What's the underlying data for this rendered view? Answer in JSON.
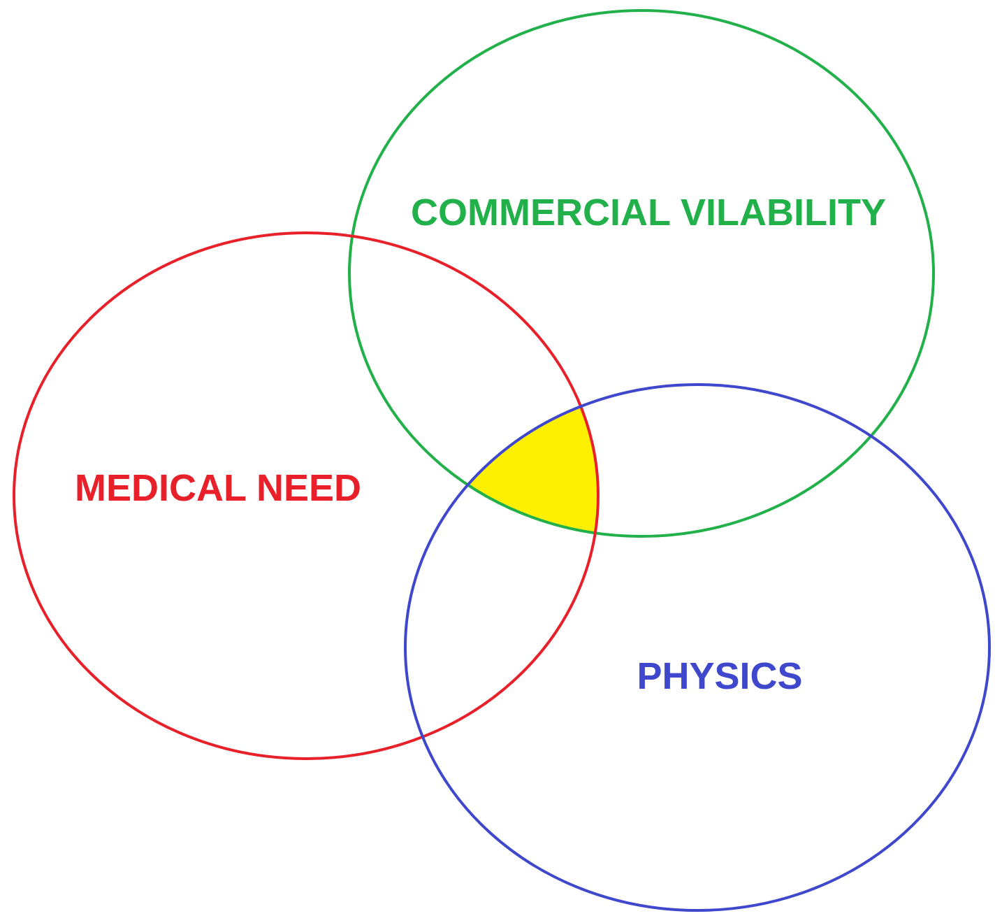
{
  "diagram": {
    "type": "venn",
    "sets": [
      {
        "id": "medical",
        "label": "MEDICAL NEED",
        "color": "#e8202a"
      },
      {
        "id": "commercial",
        "label": "COMMERCIAL VILABILITY",
        "color": "#22b04a"
      },
      {
        "id": "physics",
        "label": "PHYSICS",
        "color": "#3f48cc"
      }
    ],
    "intersection_highlight_color": "#ffef00"
  }
}
